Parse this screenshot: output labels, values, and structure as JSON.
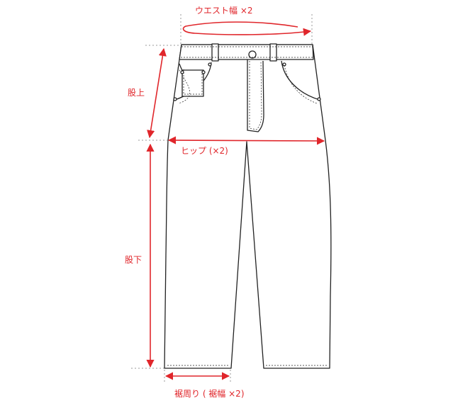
{
  "colors": {
    "accent": "#e0262b",
    "outline": "#222222",
    "guide": "#9a9a9a"
  },
  "labels": {
    "waist": "ウエスト幅 ×2",
    "rise": "股上",
    "hip": "ヒップ (×2)",
    "inseam": "股下",
    "hem": "裾周り ( 裾幅 ×2)"
  }
}
